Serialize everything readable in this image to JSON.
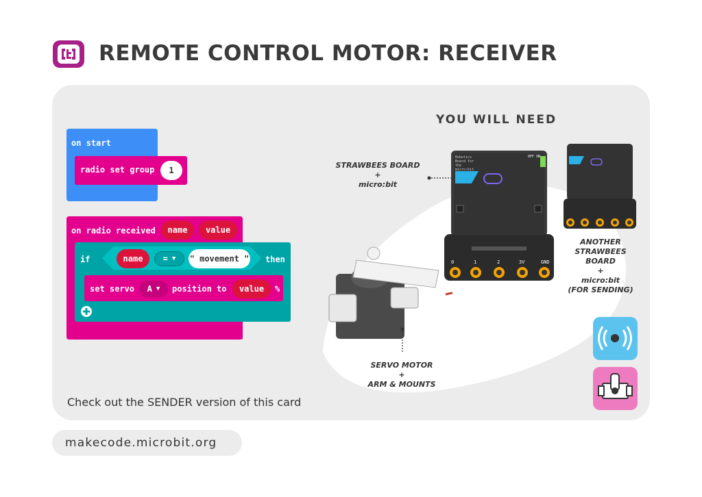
{
  "header": {
    "title": "REMOTE CONTROL MOTOR: RECEIVER",
    "logo_icon": "makecode-logo-icon"
  },
  "colors": {
    "brand": "#a81f87",
    "event_blue": "#3d8ef7",
    "radio_pink": "#e3008c",
    "logic_teal": "#00a4a6",
    "var_red": "#dc143c",
    "card_bg": "#ececec"
  },
  "blocks": {
    "on_start": {
      "label": "on start",
      "inner_label": "radio set group",
      "value": "1"
    },
    "on_radio": {
      "label": "on radio received",
      "param1": "name",
      "param2": "value"
    },
    "if_block": {
      "if_label": "if",
      "var": "name",
      "op": "=",
      "string_value": "\" movement \"",
      "then_label": "then"
    },
    "servo": {
      "label1": "set servo",
      "servo_id": "A",
      "label2": "position to",
      "value_var": "value",
      "unit": "%"
    }
  },
  "needs": {
    "heading": "YOU WILL NEED",
    "strawbees_caption": [
      "STRAWBEES BOARD",
      "+",
      "micro:bit"
    ],
    "another_caption": [
      "ANOTHER",
      "STRAWBEES",
      "BOARD",
      "+",
      "micro:bit",
      "(FOR SENDING)"
    ],
    "servo_caption": [
      "SERVO MOTOR",
      "+",
      "ARM & MOUNTS"
    ],
    "board_pins": [
      "0",
      "1",
      "2",
      "3V",
      "GND"
    ],
    "board_switch": "OFF ON",
    "board_small_text": "Robotics Board for the micro:bit"
  },
  "footer": {
    "note": "Check out the SENDER version of this card",
    "url": "makecode.microbit.org"
  }
}
